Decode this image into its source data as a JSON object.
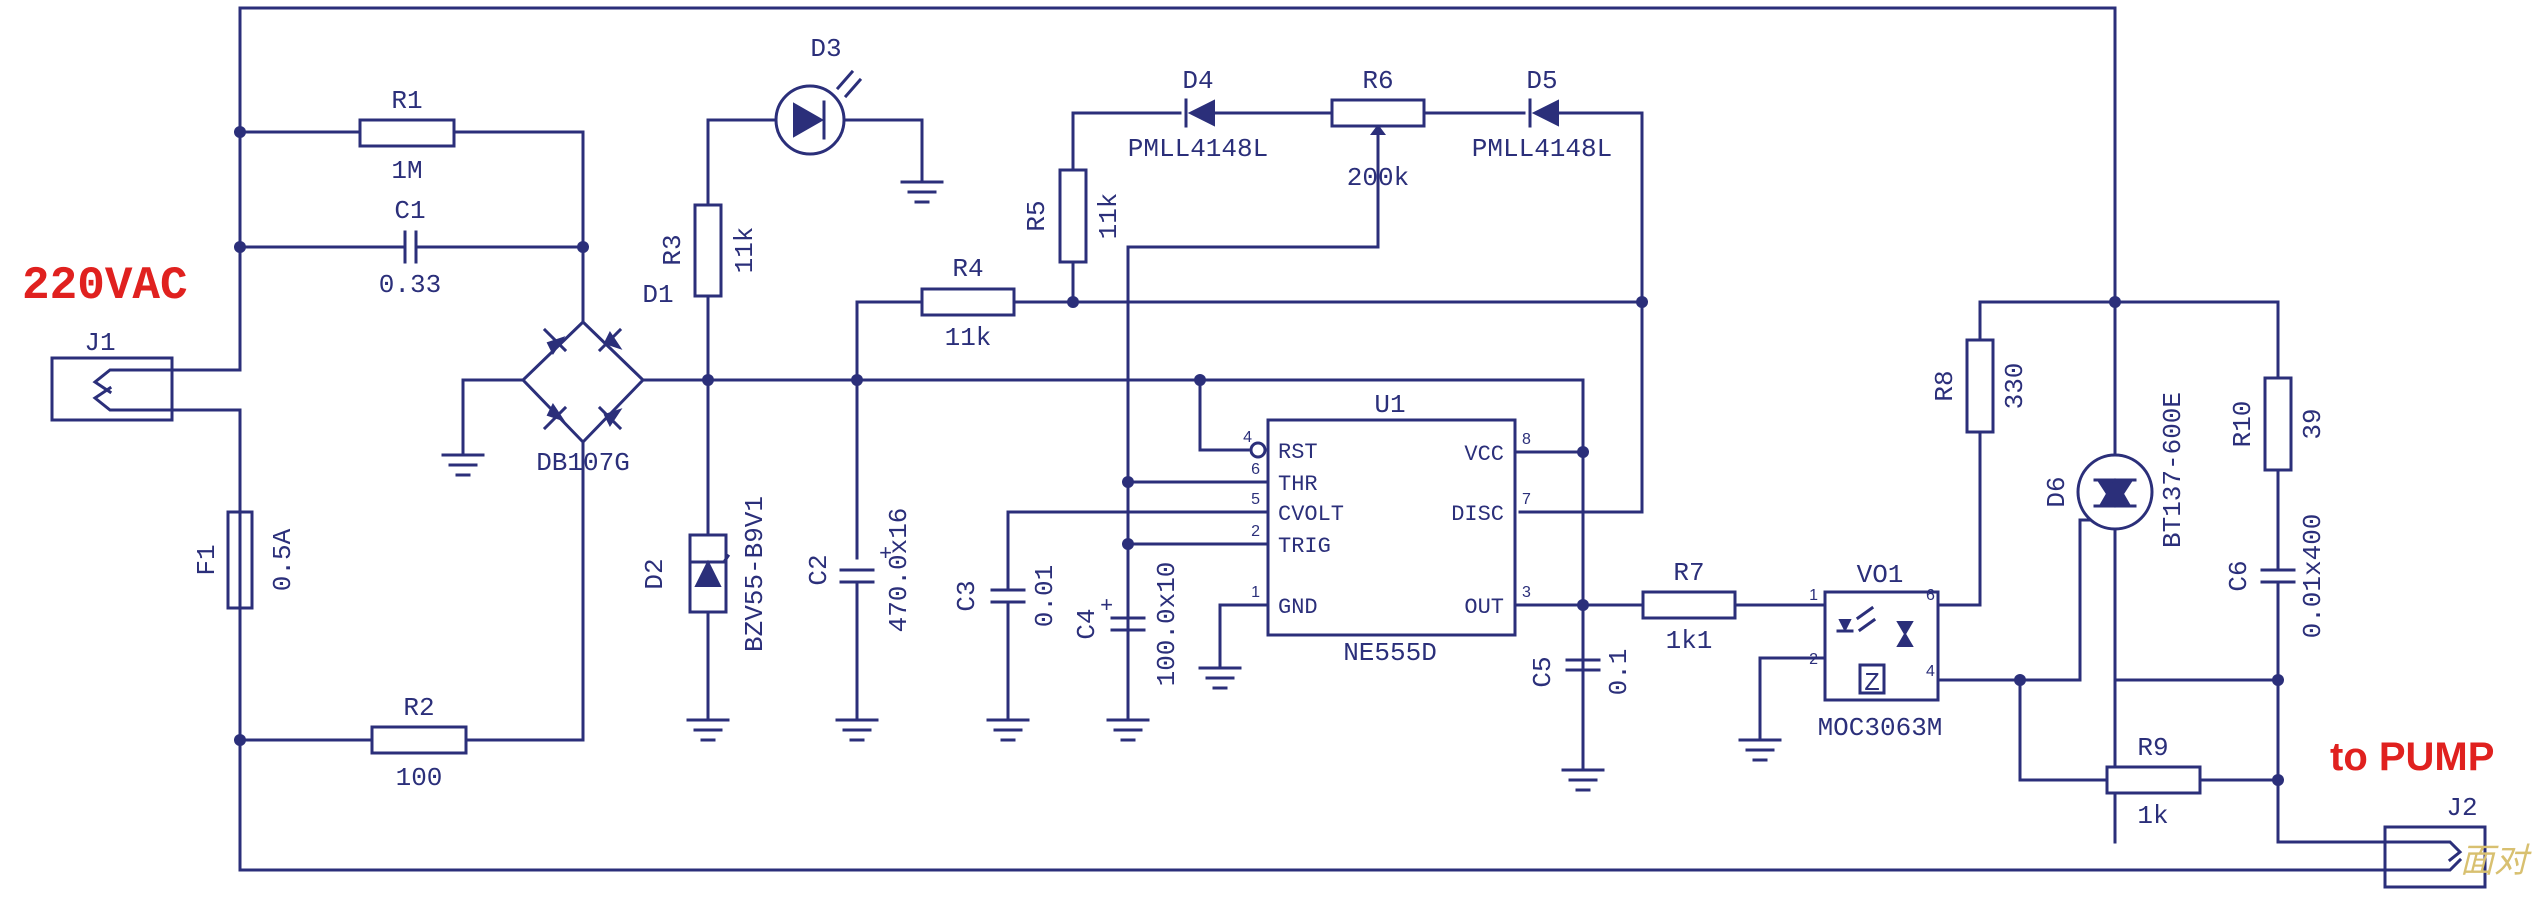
{
  "labels": {
    "input_voltage": "220VAC",
    "output": "to PUMP",
    "watermark": "面对"
  },
  "components": {
    "J1": {
      "ref": "J1"
    },
    "J2": {
      "ref": "J2"
    },
    "R1": {
      "ref": "R1",
      "value": "1M"
    },
    "C1": {
      "ref": "C1",
      "value": "0.33"
    },
    "F1": {
      "ref": "F1",
      "value": "0.5A"
    },
    "R2": {
      "ref": "R2",
      "value": "100"
    },
    "bridge": {
      "ref": "D1",
      "value": "DB107G"
    },
    "R3": {
      "ref": "R3",
      "value": "11k"
    },
    "D3": {
      "ref": "D3"
    },
    "D2": {
      "ref": "D2",
      "value": "BZV55-B9V1"
    },
    "R4": {
      "ref": "R4",
      "value": "11k"
    },
    "R5": {
      "ref": "R5",
      "value": "11k"
    },
    "D4": {
      "ref": "D4",
      "value": "PMLL4148L"
    },
    "R6": {
      "ref": "R6",
      "value": "200k"
    },
    "D5": {
      "ref": "D5",
      "value": "PMLL4148L"
    },
    "C2": {
      "ref": "C2",
      "value": "470.0x16"
    },
    "C3": {
      "ref": "C3",
      "value": "0.01"
    },
    "C4": {
      "ref": "C4",
      "value": "100.0x10"
    },
    "U1": {
      "ref": "U1",
      "value": "NE555D",
      "pins_left": [
        {
          "num": "4",
          "name": "RST"
        },
        {
          "num": "6",
          "name": "THR"
        },
        {
          "num": "5",
          "name": "CVOLT"
        },
        {
          "num": "2",
          "name": "TRIG"
        },
        {
          "num": "1",
          "name": "GND"
        }
      ],
      "pins_right": [
        {
          "num": "8",
          "name": "VCC"
        },
        {
          "num": "7",
          "name": "DISC"
        },
        {
          "num": "3",
          "name": "OUT"
        }
      ]
    },
    "C5": {
      "ref": "C5",
      "value": "0.1"
    },
    "R7": {
      "ref": "R7",
      "value": "1k1"
    },
    "VO1": {
      "ref": "VO1",
      "value": "MOC3063M",
      "pins": [
        "1",
        "2",
        "6",
        "4"
      ],
      "zero_cross": "Z"
    },
    "R8": {
      "ref": "R8",
      "value": "330"
    },
    "D6": {
      "ref": "D6",
      "value": "BT137-600E"
    },
    "R10": {
      "ref": "R10",
      "value": "39"
    },
    "C6": {
      "ref": "C6",
      "value": "0.01x400"
    },
    "R9": {
      "ref": "R9",
      "value": "1k"
    }
  },
  "colors": {
    "wire": "#2b2f7a",
    "title_text": "#e0211f",
    "background": "#ffffff"
  }
}
